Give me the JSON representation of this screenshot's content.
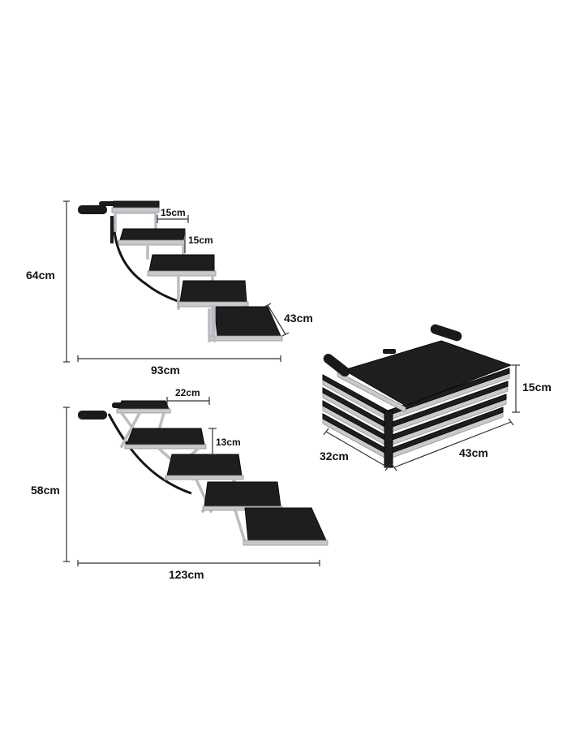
{
  "background": "#ffffff",
  "colors": {
    "tread": "#1e1e1e",
    "frame": "#b9bcc0",
    "dimension_line": "#333333"
  },
  "stairs_four_step": {
    "height_label": "64cm",
    "length_label": "93cm",
    "step_depth_label": "15cm",
    "step_rise_label": "15cm",
    "width_label": "43cm"
  },
  "stairs_five_step": {
    "height_label": "58cm",
    "length_label": "123cm",
    "step_depth_label": "22cm",
    "step_rise_label": "13cm"
  },
  "folded": {
    "height_label": "15cm",
    "depth_label": "32cm",
    "width_label": "43cm"
  }
}
